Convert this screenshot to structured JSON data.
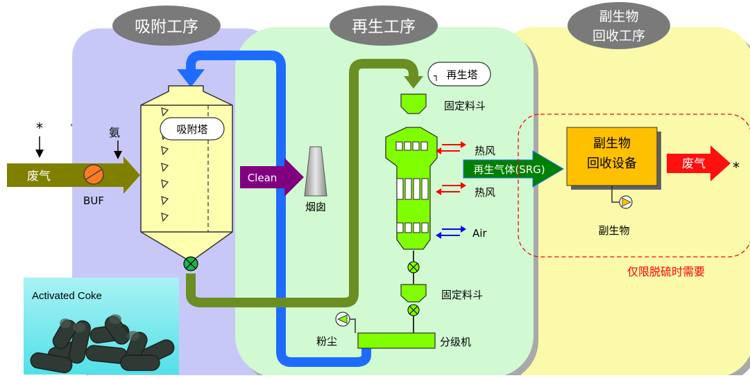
{
  "zones": {
    "adsorption": "吸附工序",
    "regeneration": "再生工序",
    "byproduct_line1": "副生物",
    "byproduct_line2": "回收工序"
  },
  "labels": {
    "star_left": "*",
    "tick": "'",
    "ammonia": "氨",
    "flue_gas_in": "废气",
    "buf": "BUF",
    "adsorption_tower": "吸附塔",
    "clean": "Clean",
    "chimney": "烟囱",
    "regen_tower": "再生塔",
    "regen_tower_prefix": "┐",
    "fixed_hopper_top": "固定料斗",
    "hot_air_1": "热风",
    "hot_air_2": "热风",
    "air": "Air",
    "srg": "再生气体(SRG)",
    "byproduct_equipment_line1": "副生物",
    "byproduct_equipment_line2": "回收设备",
    "waste_gas_out": "废气",
    "star_right": "*",
    "byproduct": "副生物",
    "desulfurization_note": "仅限脱硫时需要",
    "fixed_hopper_bottom": "固定料斗",
    "dust": "粉尘",
    "classifier": "分级机",
    "activated_coke": "Activated Coke"
  },
  "colors": {
    "adsorption_zone": "#c8c8f8",
    "regeneration_zone": "#d2fad2",
    "byproduct_zone": "#fafaaa",
    "pill": "#7a7a7a",
    "green_tower": "#7fff00",
    "olive_pipe": "#6b8e23",
    "blue_pipe": "#1e6cff",
    "tower_fill": "#ffffb0",
    "flue_arrow": "#808000",
    "clean_arrow": "#800080",
    "srg_arrow": "#008000",
    "waste_arrow": "#ff1010",
    "equipment_box": "#ffc000",
    "note_red": "#ff0000"
  }
}
